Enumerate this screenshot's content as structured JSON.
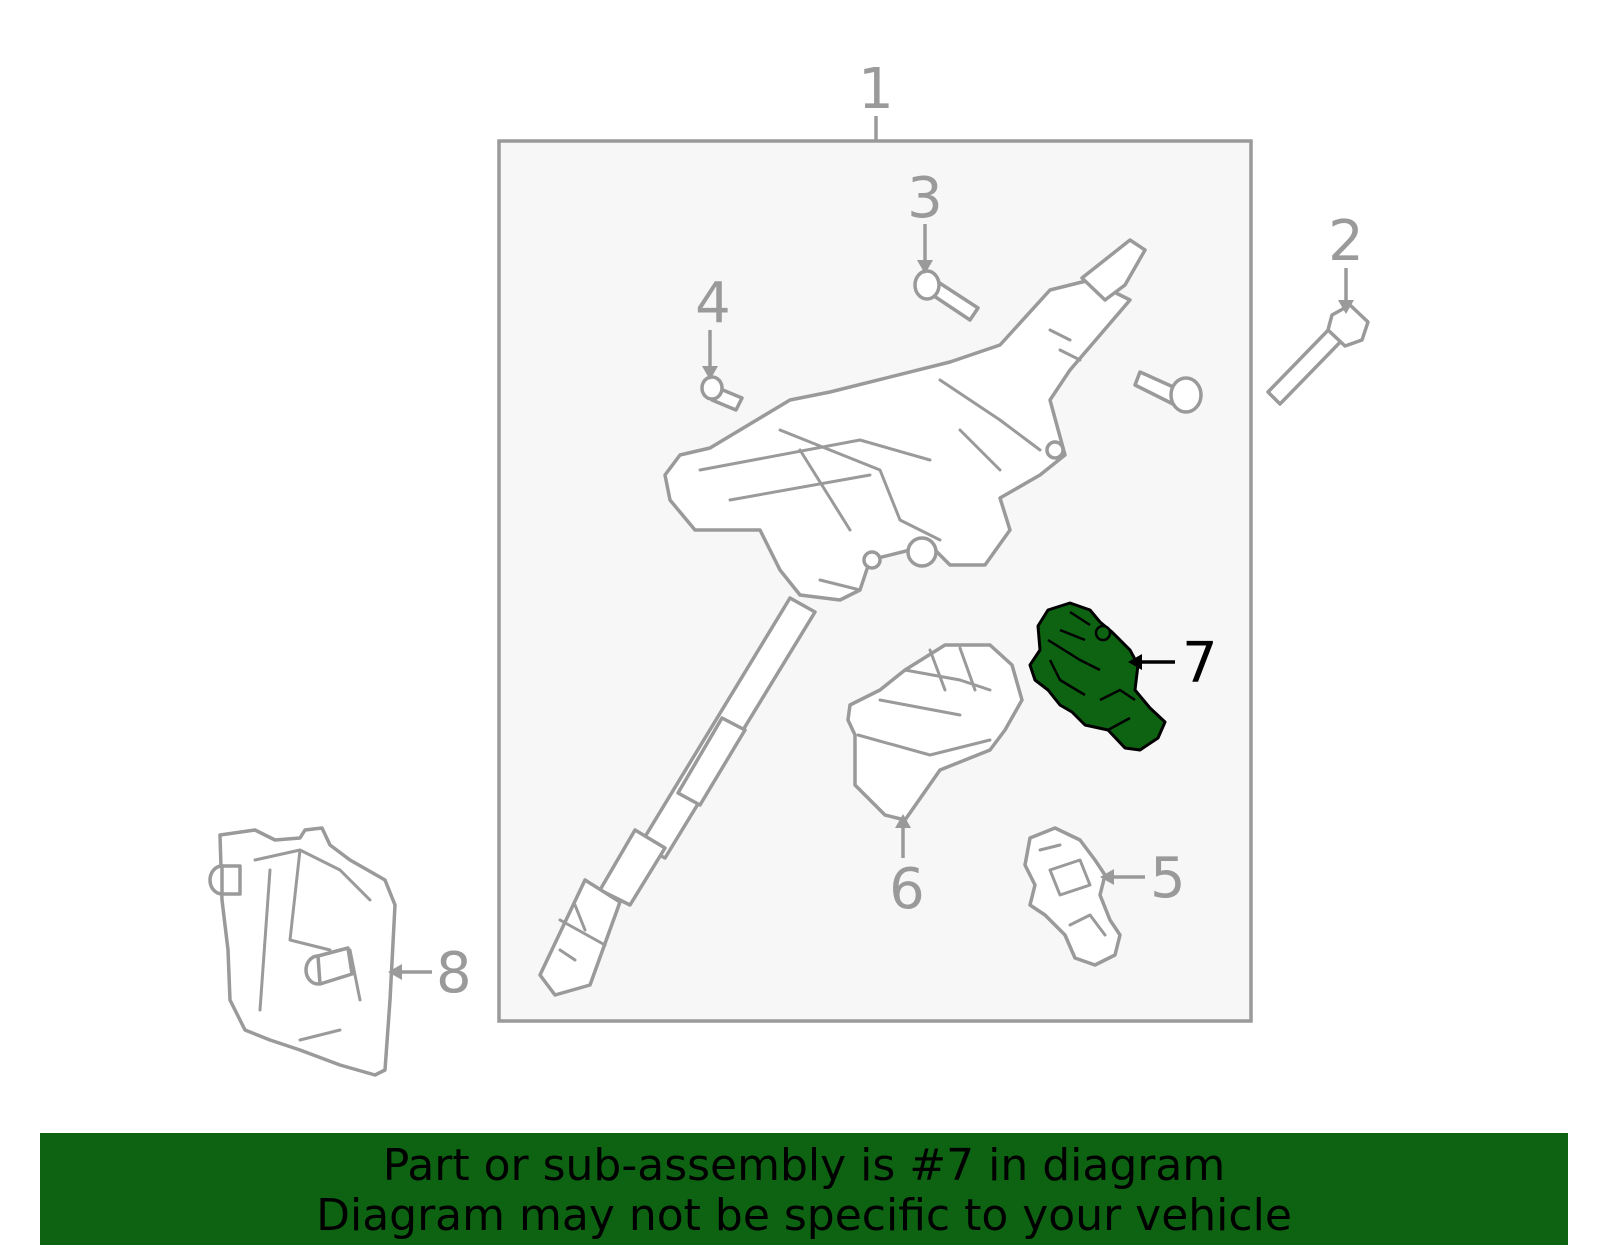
{
  "callouts": {
    "c1": "1",
    "c2": "2",
    "c3": "3",
    "c4": "4",
    "c5": "5",
    "c6": "6",
    "c7": "7",
    "c8": "8"
  },
  "highlight_color": "#0d6311",
  "banner": {
    "line1": "Part or sub-assembly is #7 in diagram",
    "line2": "Diagram may not be specific to your vehicle",
    "background": "#0d6311"
  }
}
